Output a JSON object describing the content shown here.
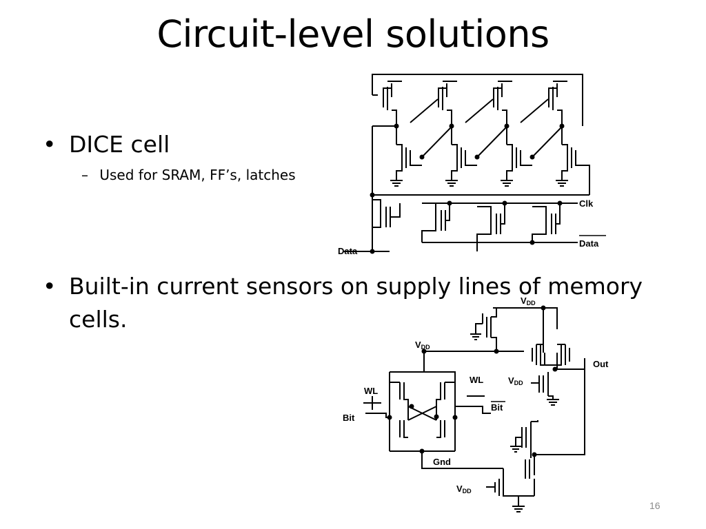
{
  "title": "Circuit-level solutions",
  "bullets": [
    {
      "text": "DICE cell",
      "sub": "Used for SRAM, FF’s, latches"
    },
    {
      "line1": "Built-in current sensors on supply lines of memory",
      "line2": "cells."
    }
  ],
  "marks": {
    "bullet": "•",
    "dash": "–"
  },
  "dice_labels": {
    "clk": "Clk",
    "data_bar": "Data",
    "data": "Data"
  },
  "bics_labels": {
    "vdd": "V",
    "dd": "DD",
    "out": "Out",
    "wl": "WL",
    "bit": "Bit",
    "bit_bar": "Bit",
    "gnd": "Gnd"
  },
  "page_number": "16"
}
